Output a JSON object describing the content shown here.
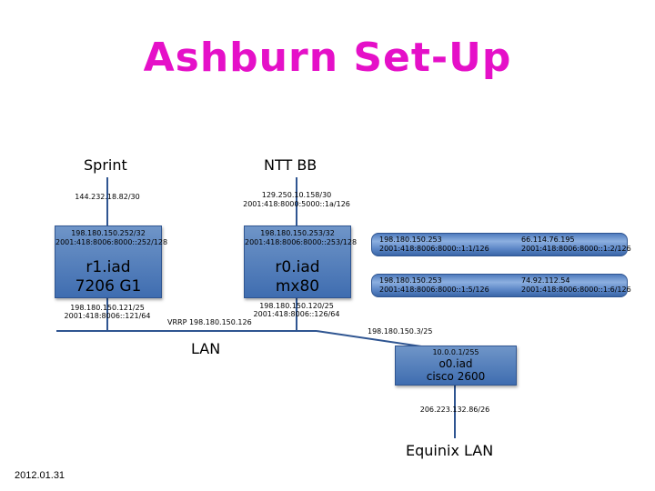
{
  "title": "Ashburn Set-Up",
  "date": "2012.01.31",
  "upstreams": {
    "sprint": {
      "label": "Sprint",
      "ip": "144.232.18.82/30"
    },
    "ntt": {
      "label": "NTT BB",
      "ip_v4": "129.250.10.158/30",
      "ip_v6": "2001:418:8000:5000::1a/126"
    }
  },
  "routers": {
    "r1": {
      "ip_v4": "198.180.150.252/32",
      "ip_v6": "2001:418:8006:8000::252/128",
      "name": "r1.iad",
      "model": "7206 G1",
      "lan_v4": "198.180.150.121/25",
      "lan_v6": "2001:418:8006::121/64"
    },
    "r0": {
      "ip_v4": "198.180.150.253/32",
      "ip_v6": "2001:418:8006:8000::253/128",
      "name": "r0.iad",
      "model": "mx80",
      "lan_v4": "198.180.150.120/25",
      "lan_v6": "2001:418:8006::126/64"
    },
    "o0": {
      "ip_v4": "10.0.0.1/255",
      "name": "o0.iad",
      "model": "cisco 2600",
      "lan_v4": "198.180.150.3/25",
      "wan_v4": "206.223.132.86/26"
    }
  },
  "vrrp": "VRRP 198.180.150.126",
  "lan_label": "LAN",
  "equinix_label": "Equinix LAN",
  "tunnels": [
    {
      "left_v4": "198.180.150.253",
      "left_v6": "2001:418:8006:8000::1:1/126",
      "right_v4": "66.114.76.195",
      "right_v6": "2001:418:8006:8000::1:2/126"
    },
    {
      "left_v4": "198.180.150.253",
      "left_v6": "2001:418:8006:8000::1:5/126",
      "right_v4": "74.92.112.54",
      "right_v6": "2001:418:8006:8000::1:6/126"
    }
  ]
}
